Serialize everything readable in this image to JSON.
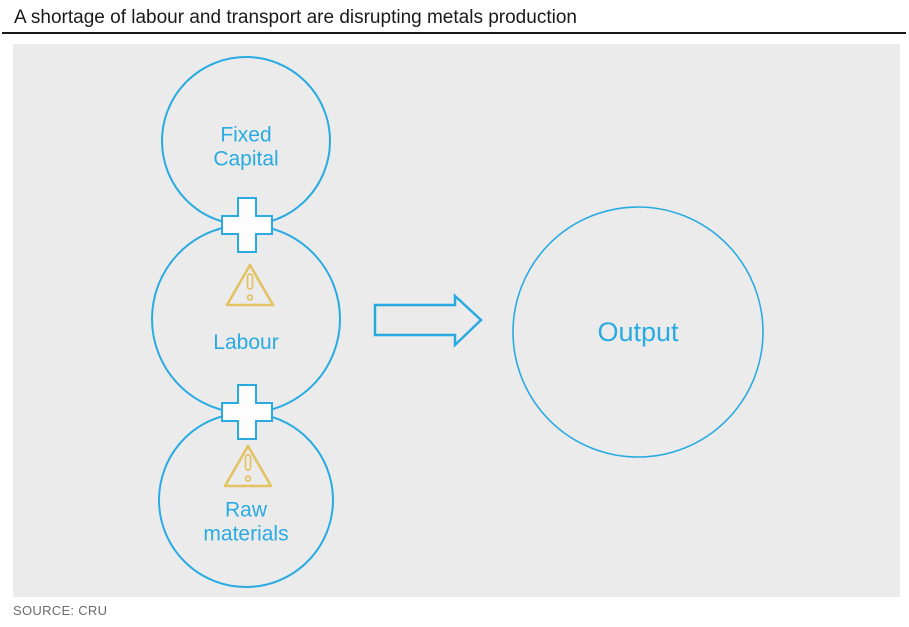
{
  "header": {
    "title": "A shortage of labour and transport are disrupting metals production"
  },
  "footer": {
    "source": "SOURCE: CRU"
  },
  "colors": {
    "blue": "#29abe2",
    "gold": "#e2c263",
    "panel_bg": "#ebebeb",
    "plus_fill": "#fdfdfd",
    "title_text": "#1a1a1a",
    "source_text": "#6b6b6b"
  },
  "diagram": {
    "inputs": [
      {
        "id": "fixed-capital",
        "label": "Fixed\nCapital",
        "warning": false
      },
      {
        "id": "labour",
        "label": "Labour",
        "warning": true
      },
      {
        "id": "raw-materials",
        "label": "Raw\nmaterials",
        "warning": true
      }
    ],
    "connector": "plus",
    "icons": {
      "connector": "plus-icon",
      "warning": "warning-triangle-icon",
      "flow": "right-arrow-icon"
    },
    "output": {
      "id": "output",
      "label": "Output"
    }
  }
}
